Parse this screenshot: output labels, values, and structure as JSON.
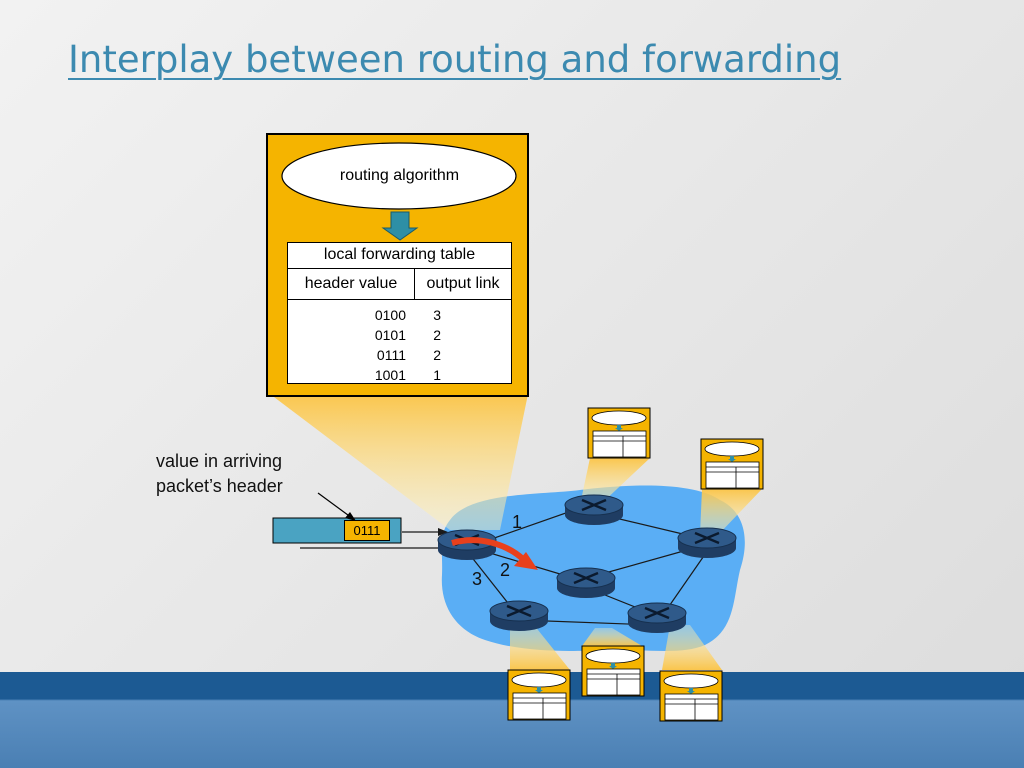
{
  "title": "Interplay between routing and forwarding",
  "routing_box": {
    "algorithm_label": "routing algorithm",
    "table": {
      "title": "local forwarding table",
      "columns": [
        "header value",
        "output link"
      ],
      "rows": [
        {
          "header": "0100",
          "link": "3"
        },
        {
          "header": "0101",
          "link": "2"
        },
        {
          "header": "0111",
          "link": "2"
        },
        {
          "header": "1001",
          "link": "1"
        }
      ]
    }
  },
  "callout": {
    "line1": "value in arriving",
    "line2": "packet’s header"
  },
  "packet": {
    "header_value": "0111"
  },
  "ports": {
    "p1": "1",
    "p2": "2",
    "p3": "3"
  },
  "colors": {
    "title": "#3c8ab0",
    "router_box": "#f5b400",
    "network_cloud": "#5aaef5",
    "router": "#1f3d63",
    "arrow": "#e8401c",
    "down_arrow": "#2e8fa6",
    "packet_body": "#4aa3c2"
  }
}
